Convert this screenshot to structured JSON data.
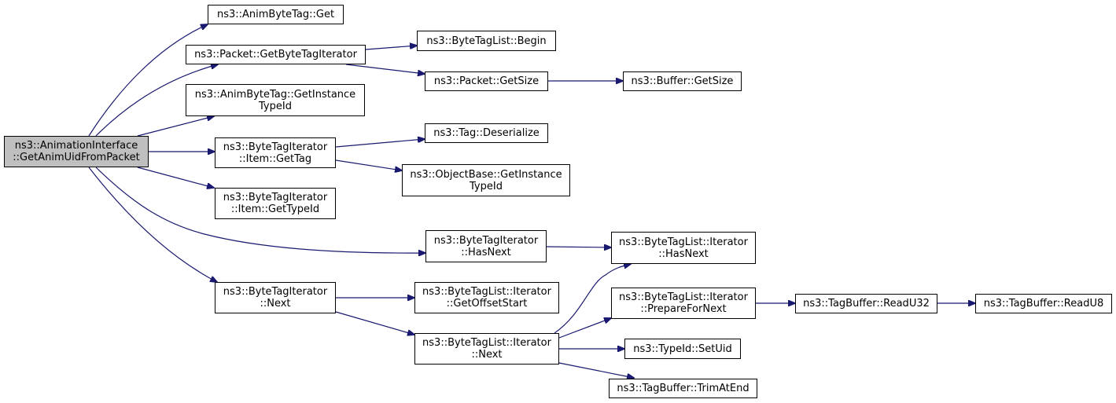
{
  "graph": {
    "edge_color": "#191970",
    "root_fill": "#bfbfbf",
    "nodes": {
      "root": [
        "ns3::AnimationInterface",
        "::GetAnimUidFromPacket"
      ],
      "anim_get": [
        "ns3::AnimByteTag::Get"
      ],
      "pkt_iter": [
        "ns3::Packet::GetByteTagIterator"
      ],
      "btl_begin": [
        "ns3::ByteTagList::Begin"
      ],
      "pkt_size": [
        "ns3::Packet::GetSize"
      ],
      "buf_size": [
        "ns3::Buffer::GetSize"
      ],
      "anim_tid": [
        "ns3::AnimByteTag::GetInstance",
        "TypeId"
      ],
      "item_gettag": [
        "ns3::ByteTagIterator",
        "::Item::GetTag"
      ],
      "tag_deser": [
        "ns3::Tag::Deserialize"
      ],
      "ob_tid": [
        "ns3::ObjectBase::GetInstance",
        "TypeId"
      ],
      "item_typeid": [
        "ns3::ByteTagIterator",
        "::Item::GetTypeId"
      ],
      "bti_hasnext": [
        "ns3::ByteTagIterator",
        "::HasNext"
      ],
      "btli_hasnext": [
        "ns3::ByteTagList::Iterator",
        "::HasNext"
      ],
      "bti_next": [
        "ns3::ByteTagIterator",
        "::Next"
      ],
      "btli_offset": [
        "ns3::ByteTagList::Iterator",
        "::GetOffsetStart"
      ],
      "btli_prep": [
        "ns3::ByteTagList::Iterator",
        "::PrepareForNext"
      ],
      "tb_readu32": [
        "ns3::TagBuffer::ReadU32"
      ],
      "tb_readu8": [
        "ns3::TagBuffer::ReadU8"
      ],
      "btli_next": [
        "ns3::ByteTagList::Iterator",
        "::Next"
      ],
      "tid_setuid": [
        "ns3::TypeId::SetUid"
      ],
      "tb_trim": [
        "ns3::TagBuffer::TrimAtEnd"
      ]
    }
  }
}
